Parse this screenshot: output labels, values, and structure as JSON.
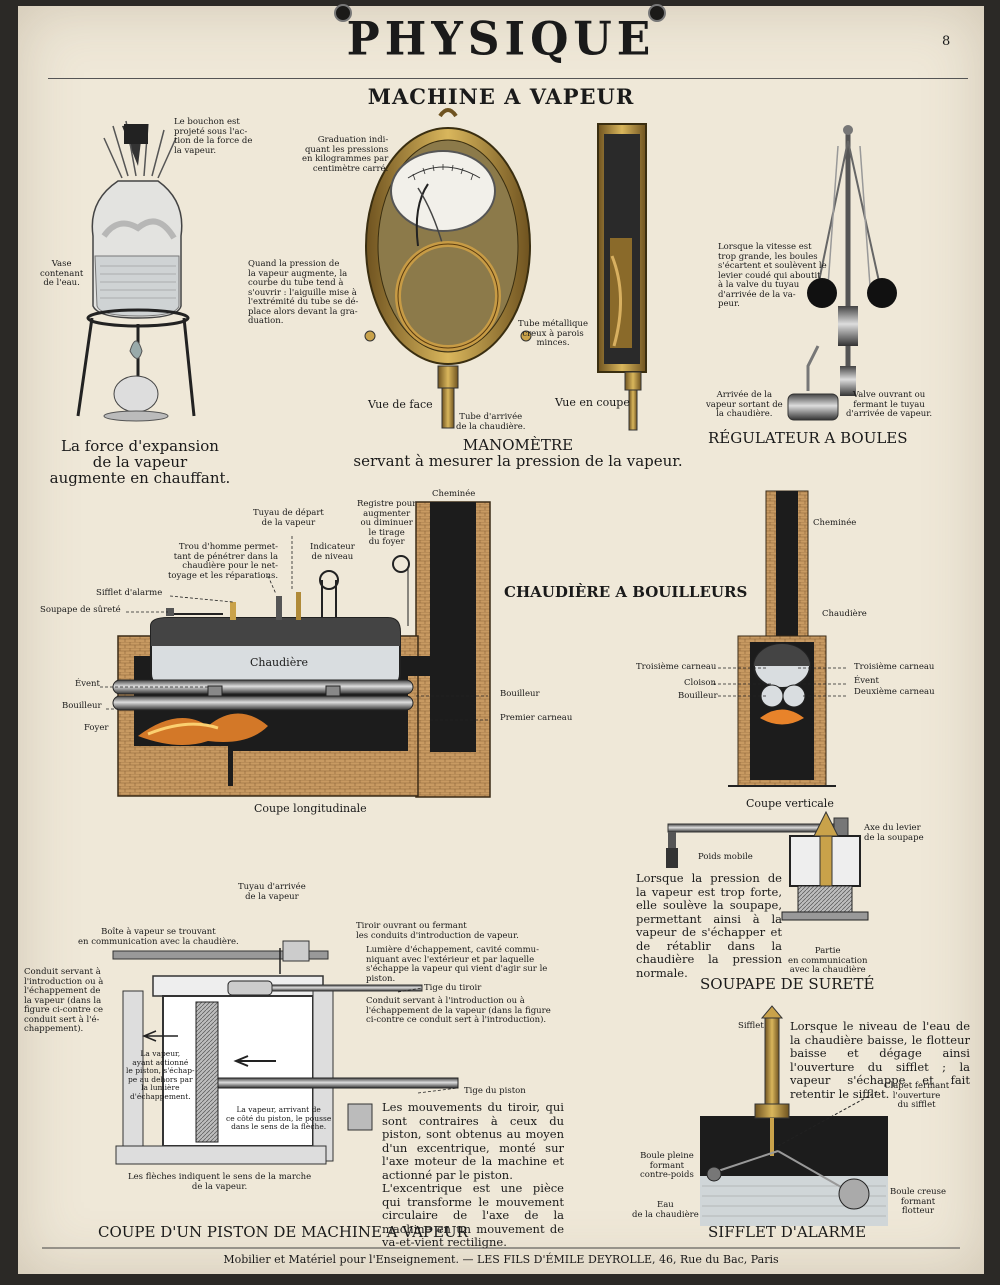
{
  "header": {
    "title": "PHYSIQUE",
    "plate_number": "8",
    "subtitle": "MACHINE A VAPEUR"
  },
  "expansion": {
    "note_bouchon": "Le bouchon est\nprojeté sous l'ac-\ntion de la force de\nla vapeur.",
    "note_vase": "Vase\ncontenant\nde l'eau.",
    "caption": "La force d'expansion\nde la vapeur\naugmente en chauffant."
  },
  "manometre": {
    "note_graduation": "Graduation indi-\nquant les pressions\nen kilogrammes par\ncentimètre carré.",
    "note_pression": "Quand la pression de\nla vapeur augmente, la\ncourbe du tube tend à\ns'ouvrir : l'aiguille mise à\nl'extrémité du tube se dé-\nplace alors devant la gra-\nduation.",
    "note_tube": "Tube métallique\ncreux à parois\nminces.",
    "label_face": "Vue de face",
    "label_arrivee": "Tube d'arrivée\nde la chaudière.",
    "label_coupe": "Vue en coupe",
    "caption_title": "MANOMÈTRE",
    "caption_sub": "servant à mesurer la pression de la vapeur."
  },
  "regulateur": {
    "note_vitesse": "Lorsque la vitesse est\ntrop grande, les boules\ns'écartent et soulèvent le\nlevier coudé qui aboutit\nà la valve du tuyau\nd'arrivée de la va-\npeur.",
    "note_arrivee": "Arrivée de la\nvapeur sortant de\nla chaudière.",
    "note_valve": "Valve ouvrant ou\nfermant le tuyau\nd'arrivée de vapeur.",
    "caption": "RÉGULATEUR A BOULES"
  },
  "chaudiere": {
    "title": "CHAUDIÈRE A BOUILLEURS",
    "long": {
      "cheminee": "Cheminée",
      "registre": "Registre pour\naugmenter\nou diminuer\nle tirage\ndu foyer",
      "tuyau_depart": "Tuyau de départ\nde la vapeur",
      "indicateur": "Indicateur\nde niveau",
      "trou_homme": "Trou d'homme permet-\ntant de pénétrer dans la\nchaudière pour le net-\ntoyage et les réparations.",
      "sifflet": "Sifflet d'alarme",
      "soupape": "Soupape de sûreté",
      "chaudiere": "Chaudière",
      "event": "Évent",
      "bouilleur_left": "Bouilleur",
      "foyer": "Foyer",
      "bouilleur_right": "Bouilleur",
      "premier_carneau": "Premier carneau",
      "caption": "Coupe longitudinale"
    },
    "vert": {
      "cheminee": "Cheminée",
      "chaudiere": "Chaudière",
      "troisieme_left": "Troisième carneau",
      "cloison": "Cloison",
      "bouilleur": "Bouilleur",
      "troisieme_right": "Troisième carneau",
      "event": "Évent",
      "deuxieme": "Deuxième carneau",
      "caption": "Coupe verticale"
    }
  },
  "soupape": {
    "poids": "Poids mobile",
    "axe": "Axe du levier\nde la soupape",
    "text": "Lorsque la pression de la vapeur est trop forte, elle soulève la soupape, permettant ainsi à la vapeur de s'échapper et de rétablir dans la chaudière la pression normale.",
    "partie": "Partie\nen communication\navec la chaudière",
    "caption": "SOUPAPE DE SURETÉ"
  },
  "sifflet": {
    "label": "Sifflet",
    "text": "Lorsque le niveau de l'eau de la chaudière baisse, le flotteur baisse et dégage ainsi l'ouverture du sifflet ; la vapeur s'échappe et fait retentir le sifflet.",
    "clapet": "Clapet fermant\nl'ouverture\ndu sifflet",
    "boule_pleine": "Boule pleine\nformant\ncontre-poids",
    "boule_creuse": "Boule creuse\nformant\nflotteur",
    "eau": "Eau\nde la chaudière",
    "caption": "SIFFLET D'ALARME"
  },
  "piston": {
    "tuyau": "Tuyau d'arrivée\nde la vapeur",
    "boite": "Boîte à vapeur se trouvant\nen communication avec la chaudière.",
    "tiroir": "Tiroir ouvrant ou fermant\nles conduits d'introduction de vapeur.",
    "lumiere": "Lumière d'échappement, cavité commu-\nniquant avec l'extérieur et par laquelle\ns'échappe la vapeur qui vient d'agir sur le\npiston.",
    "tige_tiroir": "Tige du tiroir",
    "conduit_right": "Conduit servant à l'introduction ou à\nl'échappement de la vapeur (dans la figure\nci-contre ce conduit sert à l'introduction).",
    "conduit_left": "Conduit servant à\nl'introduction ou à\nl'échappement de\nla vapeur (dans la\nfigure ci-contre ce\nconduit sert à l'é-\nchappement).",
    "vapeur_left": "La vapeur,\nayant actionné\nle piston, s'échap-\npe au dehors par\nla lumière\nd'échappement.",
    "vapeur_right": "La vapeur, arrivant de\nce côté du piston, le pousse\ndans le sens de la flèche.",
    "tige_piston": "Tige du piston",
    "fleches": "Les flèches indiquent le sens de la marche\nde la vapeur.",
    "text": "Les mouvements du tiroir, qui sont contraires à ceux du piston, sont obtenus au moyen d'un excentrique, monté sur l'axe moteur de la machine et actionné par le piston.\nL'excentrique est une pièce qui transforme le mouvement circulaire de l'axe de la machine en un mouvement de va-et-vient rectiligne.",
    "caption": "COUPE D'UN PISTON DE MACHINE A VAPEUR"
  },
  "footer": {
    "text": "Mobilier et Matériel pour l'Enseignement. — LES FILS D'ÉMILE DEYROLLE, 46, Rue du Bac, Paris"
  },
  "colors": {
    "paper": "#efe8d8",
    "ink": "#1a1a1a",
    "brick": "#c89a62",
    "brass": "#b08a38",
    "water": "#d9dde0",
    "flame": "#e8832a"
  }
}
